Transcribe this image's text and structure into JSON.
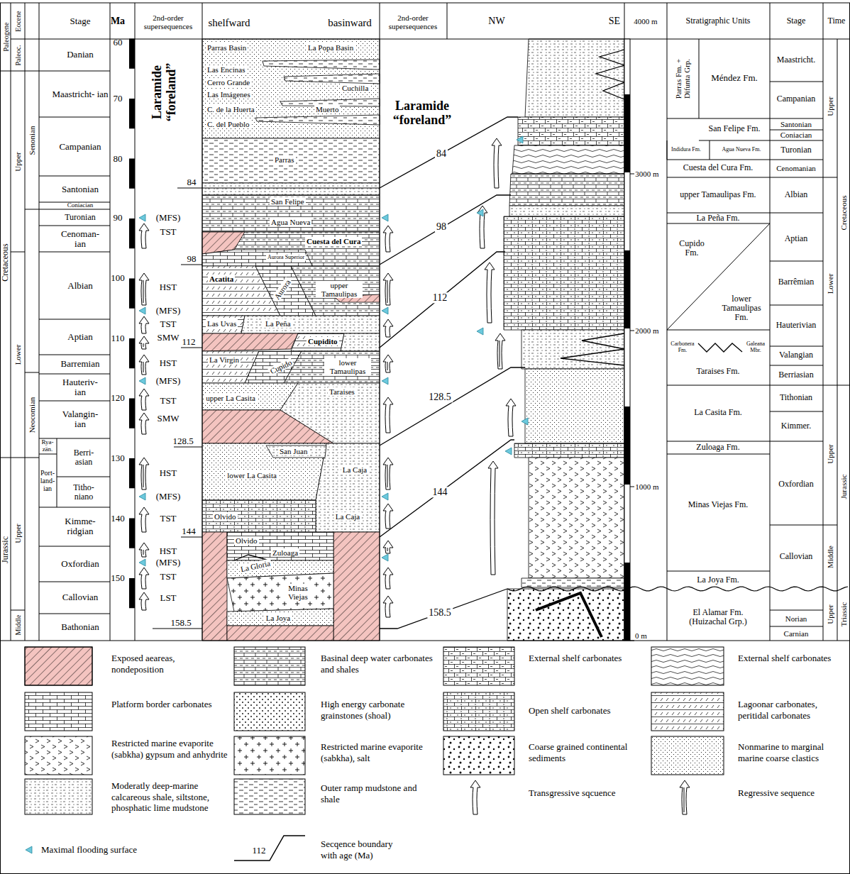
{
  "diagram": {
    "labels": [
      "Paleogene",
      "Eocene",
      "Paleoc.",
      "Stage",
      "Ma",
      "2nd-order supersequences",
      "shelfward",
      "basinward",
      "2nd-order supersequences",
      "NW",
      "SE",
      "4000 m",
      "Stratigraphic Units",
      "Stage",
      "Time",
      "Cretaceous",
      "Jurassic",
      "Upper",
      "Lower",
      "Upper",
      "Middle",
      "Senonian",
      "Neocomian",
      "Danian",
      "Maastricht- ian",
      "Campanian",
      "Santonian",
      "Coniacian",
      "Turonian",
      "Cenoman- ian",
      "Albian",
      "Aptian",
      "Barremian",
      "Hauteriv- ian",
      "Valangin- ian",
      "Rya- zän.",
      "Port- land- ian",
      "Berri- asian",
      "Titho- niano",
      "Kimme- ridgian",
      "Oxfordian",
      "Callovian",
      "Bathonian",
      "60",
      "70",
      "80",
      "90",
      "100",
      "110",
      "120",
      "130",
      "140",
      "150",
      "Laramide “foreland”",
      "84",
      "(MFS)",
      "TST",
      "98",
      "HST",
      "(MFS)",
      "TST",
      "SMW",
      "112",
      "HST",
      "(MFS)",
      "TST",
      "SMW",
      "128.5",
      "HST",
      "(MFS)",
      "TST",
      "144",
      "HST",
      "(MFS)",
      "TST",
      "LST",
      "158.5",
      "Parras Basin",
      "La Popa Basin",
      "Las Encinas",
      "Cerro Grande",
      "Las Imágenes",
      "Cuchilla",
      "C. de la Huerta",
      "Muerto",
      "C. del Pueblo",
      "Parras",
      "San Felipe",
      "Agua Nueva",
      "Cuesta del Cura",
      "Aurora Superior",
      "Acatita",
      "Aurora",
      "upper Tamaulipas",
      "Las Uvas",
      "La Peña",
      "Cupidito",
      "La Virgin",
      "Cupido",
      "lower Tamaulipas",
      "upper La Casita",
      "Taraises",
      "San Juan",
      "lower La Casita",
      "La Caja",
      "La Caja",
      "Olvido",
      "Olvido",
      "Zuloaga",
      "La Gloria",
      "Minas Viejas",
      "La Joya",
      "Laramide “foreland”",
      "84",
      "98",
      "112",
      "128.5",
      "144",
      "158.5",
      "3000 m",
      "2000 m",
      "1000 m",
      "0 m",
      "Parras Fm. + Difunta Grp.",
      "Méndez Fm.",
      "San Felipe Fm.",
      "Indidura Fm.",
      "Agua Nueva Fm.",
      "Cuesta del Cura Fm.",
      "upper Tamaulipas Fm.",
      "La Peña Fm.",
      "Cupido Fm.",
      "lower Tamaulipas Fm.",
      "Carbonera Fm.",
      "Galeana Mbr.",
      "Taraises Fm.",
      "La Casita Fm.",
      "Zuloaga Fm.",
      "Minas Viejas Fm.",
      "La Joya Fm.",
      "El Alamar Fm. (Huizachal Grp.)",
      "Maastricht.",
      "Campanian",
      "Santonian",
      "Coniacian",
      "Turonian",
      "Cenomanian",
      "Albian",
      "Aptian",
      "Barrêmian",
      "Hauterivian",
      "Valangian",
      "Berriasian",
      "Tithonian",
      "Kimmer.",
      "Oxfordian",
      "Callovian",
      "Norian",
      "Carnian",
      "Upper",
      "Cretaceous",
      "Lower",
      "Upper",
      "Jurassic",
      "Middle",
      "Upper",
      "Triassic",
      "112"
    ],
    "legend": [
      {
        "text": "Exposed aeareas, nondeposition",
        "color": "#f4c4c0"
      },
      {
        "text": "Basinal deep water carbonates and shales"
      },
      {
        "text": "External shelf carbonates"
      },
      {
        "text": "External shelf carbonates"
      },
      {
        "text": "Platform border carbonates"
      },
      {
        "text": "High energy carbonate grainstones (shoal)"
      },
      {
        "text": "Open shelf carbonates"
      },
      {
        "text": "Lagoonar carbonates, peritidal carbonates"
      },
      {
        "text": "Restricted marine evaporite (sabkha) gypsum and anhydrite"
      },
      {
        "text": "Restricted marine evaporite (sabkha), salt"
      },
      {
        "text": "Coarse grained continental sediments"
      },
      {
        "text": "Nonmarine to marginal marine coarse clastics"
      },
      {
        "text": "Moderatly deep-marine calcareous shale, siltstone, phosphatic lime mudstone"
      },
      {
        "text": "Outer ramp mudstone and shale"
      },
      {
        "text": "Transgressive sqcuence"
      },
      {
        "text": "Regressive sequence"
      },
      {
        "text": "Maximal flooding surface"
      },
      {
        "text": "Secqence boundary with age (Ma)"
      }
    ]
  }
}
